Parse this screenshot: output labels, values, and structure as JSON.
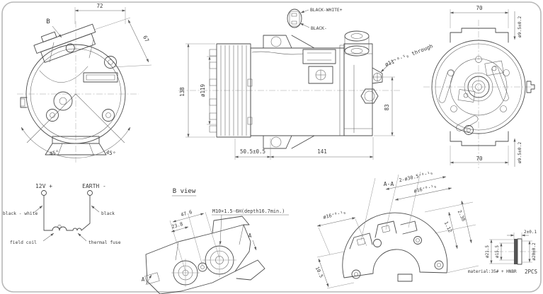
{
  "colors": {
    "line": "#4b4b4b",
    "dimension": "#6a6a6a",
    "text": "#3a3a3a",
    "background": "#ffffff",
    "border": "#b8b8b8"
  },
  "front_view": {
    "dim_width_top": "72",
    "dim_bracket_diag": "67",
    "view_arrow_label": "B",
    "angle_left": "45°",
    "angle_right": "45°"
  },
  "side_view": {
    "dim_height": "138",
    "dim_pulley_dia": "ø119",
    "dim_front_section": "50.5±0.5",
    "dim_body_length": "141",
    "dim_mount_hole": "ø11⁺⁰·⁵₀ through",
    "dim_port_height": "83",
    "connector_pin_plus": "BLACK-WHITE+",
    "connector_pin_minus": "BLACK-"
  },
  "rear_view": {
    "dim_width_top": "70",
    "dim_hole_top": "ø9.5±0.2",
    "dim_width_bottom": "70",
    "dim_hole_bottom": "ø9.5±0.2"
  },
  "wiring_diagram": {
    "terminal_plus": "12V +",
    "terminal_minus": "EARTH -",
    "wire_plus": "black - white",
    "wire_minus": "black",
    "coil_label": "field coil",
    "fuse_label": "thermal fuse"
  },
  "b_view": {
    "title": "B view",
    "dim_port_spacing_outer": "47.6",
    "dim_port_spacing_inner": "23.8",
    "thread_spec": "M10×1.5-6H(depth16.7min.)",
    "section_label_left": "A",
    "section_label_right": "A"
  },
  "section_view": {
    "title": "A-A",
    "dim_bores": "2-ø30.5⁺⁰·¹₀",
    "dim_port_upper": "ø16⁺⁰·¹₀",
    "dim_port_left": "ø16⁺⁰·¹₀",
    "dim_offset_outer": "2.38",
    "dim_offset_inner": "1.12",
    "dim_depth": "10.5"
  },
  "washer_detail": {
    "dim_thickness": "2±0.1",
    "dim_outer_dia": "ø21.5",
    "dim_inner_dia": "ø15.5",
    "dim_seal_dia": "ø20±0.2",
    "material": "material:35# + HNBR",
    "quantity": "2PCS"
  }
}
